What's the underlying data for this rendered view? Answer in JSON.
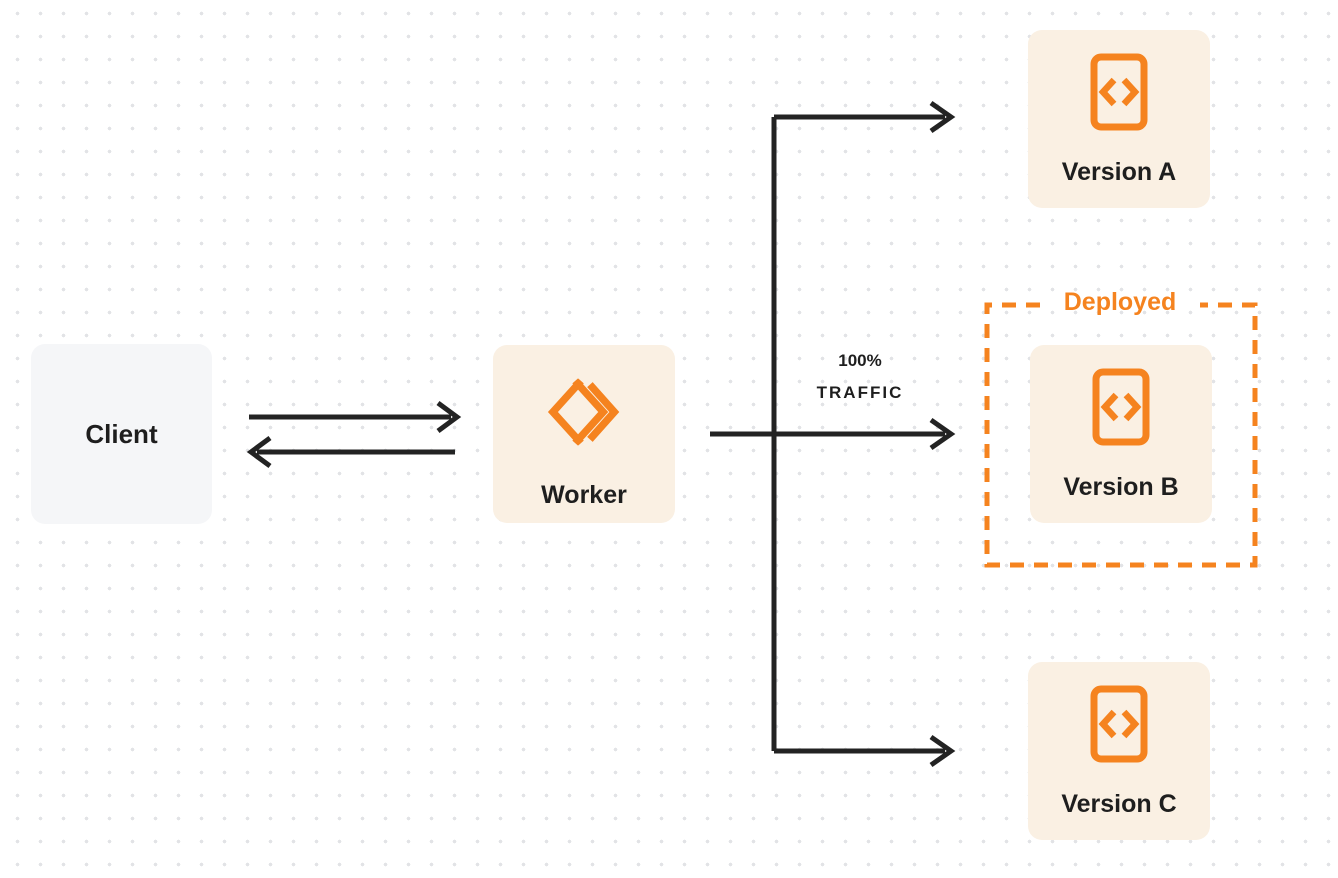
{
  "diagram": {
    "nodes": {
      "client": {
        "label": "Client"
      },
      "worker": {
        "label": "Worker"
      },
      "version_a": {
        "label": "Version A"
      },
      "version_b": {
        "label": "Version B"
      },
      "version_c": {
        "label": "Version C"
      }
    },
    "annotations": {
      "deployed_label": "Deployed",
      "traffic_line1": "100%",
      "traffic_line2": "TRAFFIC"
    },
    "icons": {
      "worker": "workers-logo-icon",
      "versions": "code-file-icon"
    },
    "colors": {
      "accent_orange": "#F5831F",
      "node_cream": "#FAF0E3",
      "client_gray": "#F5F6F8",
      "arrow_dark": "#232323",
      "dot_grid": "#E2E3E6",
      "text_dark": "#1E1E1E",
      "background": "#FFFFFF"
    }
  }
}
